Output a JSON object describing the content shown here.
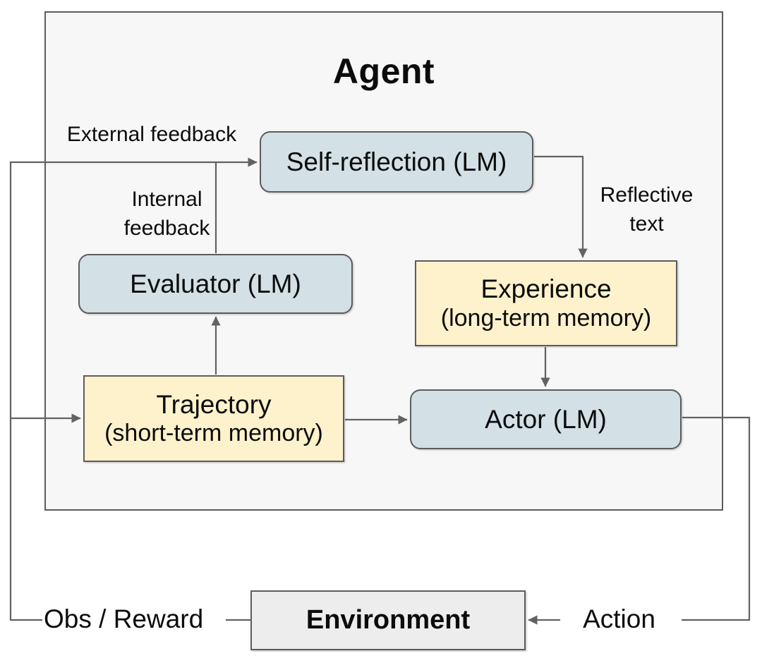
{
  "title": "Agent",
  "nodes": {
    "self_reflection": {
      "label": "Self-reflection (LM)"
    },
    "evaluator": {
      "label": "Evaluator (LM)"
    },
    "experience": {
      "label": "Experience",
      "sublabel": "(long-term memory)"
    },
    "trajectory": {
      "label": "Trajectory",
      "sublabel": "(short-term memory)"
    },
    "actor": {
      "label": "Actor (LM)"
    },
    "environment": {
      "label": "Environment"
    }
  },
  "edge_labels": {
    "external_feedback": "External feedback",
    "internal_feedback": {
      "line1": "Internal",
      "line2": "feedback"
    },
    "reflective_text": {
      "line1": "Reflective",
      "line2": "text"
    },
    "obs_reward": "Obs / Reward",
    "action": "Action"
  },
  "colors": {
    "lm_node_fill": "#d3e0e5",
    "memory_node_fill": "#fdf2cc",
    "environment_fill": "#ededed",
    "agent_container_fill": "#f7f7f7",
    "node_border": "#5c5c5c",
    "connector": "#626262",
    "text": "#0c0c0c"
  }
}
